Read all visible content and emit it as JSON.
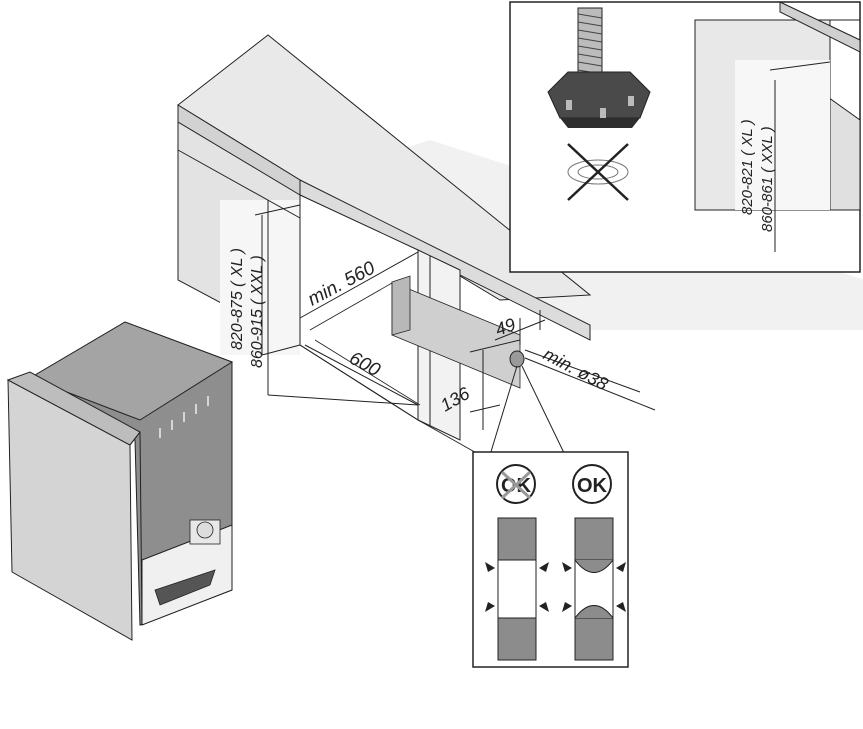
{
  "dimensions": {
    "depth": "600",
    "min_width": "min. 560",
    "height_main_xl": "820-875 ( XL )",
    "height_main_xxl": "860-915 ( XXL )",
    "height_inset_xl": "820-821 ( XL )",
    "height_inset_xxl": "860-861 ( XXL )",
    "hole_offset_side": "49",
    "hole_height": "136",
    "hole_diameter": "min. ø38"
  },
  "hose_callout": {
    "bad_label": "OK",
    "good_label": "OK"
  },
  "colors": {
    "line": "#222222",
    "panel_grey": "#c9c9c9",
    "panel_light": "#e6e6e6",
    "appliance_grey": "#8a8a8a",
    "hose_grey": "#8c8c8c",
    "bad_mark": "#999999"
  }
}
